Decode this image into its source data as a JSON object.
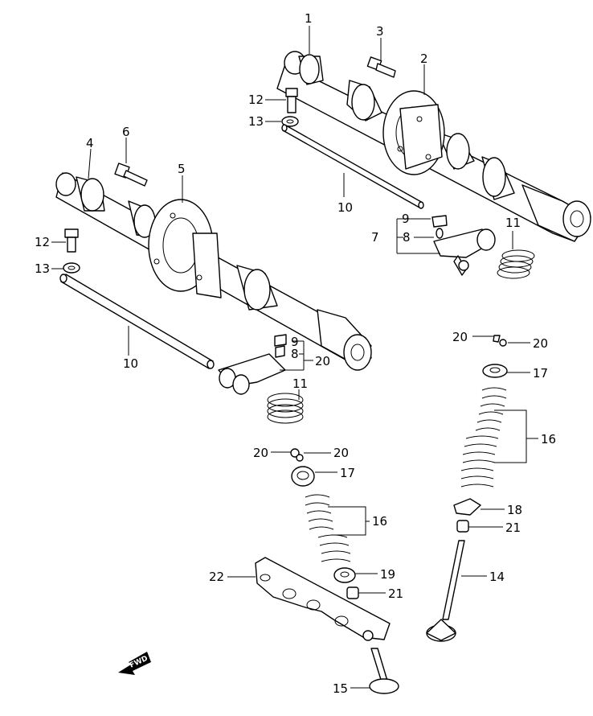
{
  "callouts": {
    "c1": "1",
    "c2": "2",
    "c3": "3",
    "c4": "4",
    "c5": "5",
    "c6": "6",
    "c7": "7",
    "c8": "8",
    "c9": "9",
    "c10": "10",
    "c11": "11",
    "c12": "12",
    "c13": "13",
    "c14": "14",
    "c15": "15",
    "c16": "16",
    "c17": "17",
    "c18": "18",
    "c19": "19",
    "c20": "20",
    "c21": "21",
    "c22": "22"
  },
  "fwd_label": "FWD"
}
